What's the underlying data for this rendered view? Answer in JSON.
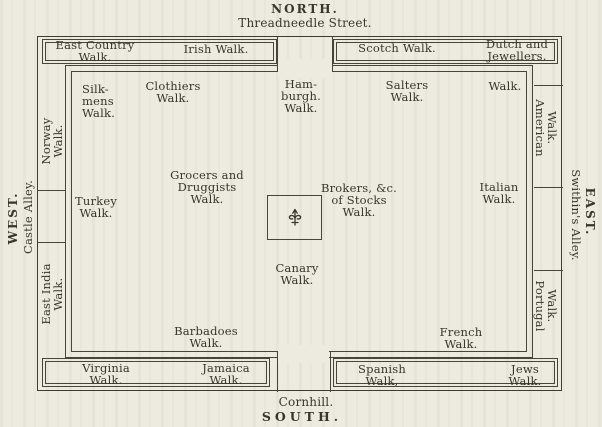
{
  "compass": {
    "north": "NORTH.",
    "south": "SOUTH.",
    "west": "WEST.",
    "east": "EAST."
  },
  "streets": {
    "north": "Threadneedle Street.",
    "south": "Cornhill.",
    "west": "Castle Alley.",
    "east": "Swithin's Alley."
  },
  "perimeter_walks": {
    "east_country": [
      "East Country",
      "Walk."
    ],
    "irish": [
      "Irish Walk."
    ],
    "scotch": [
      "Scotch Walk."
    ],
    "dutch_jewellers": [
      "Dutch and",
      "Jewellers."
    ],
    "dutch_jewellers_cont": [
      "Walk."
    ],
    "norway": [
      "Norway",
      "Walk."
    ],
    "east_india": [
      "East India",
      "Walk."
    ],
    "american": [
      "American",
      "Walk."
    ],
    "portugal": [
      "Portugal",
      "Walk."
    ],
    "virginia": [
      "Virginia",
      "Walk."
    ],
    "jamaica": [
      "Jamaica",
      "Walk."
    ],
    "spanish": [
      "Spanish",
      "Walk,"
    ],
    "jews": [
      "Jews",
      "Walk."
    ]
  },
  "courtyard_walks": {
    "silkmens": [
      "Silk-",
      "mens",
      "Walk."
    ],
    "clothiers": [
      "Clothiers",
      "Walk."
    ],
    "hamburgh": [
      "Ham-",
      "burgh.",
      "Walk."
    ],
    "salters": [
      "Salters",
      "Walk."
    ],
    "grocers_druggists": [
      "Grocers and",
      "Druggists",
      "Walk."
    ],
    "turkey": [
      "Turkey",
      "Walk."
    ],
    "brokers_stocks": [
      "Brokers, &c.",
      "of Stocks",
      "Walk."
    ],
    "italian": [
      "Italian",
      "Walk."
    ],
    "canary": [
      "Canary",
      "Walk."
    ],
    "barbadoes": [
      "Barbadoes",
      "Walk."
    ],
    "french": [
      "French",
      "Walk."
    ]
  },
  "monument": {
    "symbol": "fleur-de-lis"
  },
  "colors": {
    "paper": "#edeadf",
    "ink": "#38352b",
    "line": "#47443a"
  }
}
